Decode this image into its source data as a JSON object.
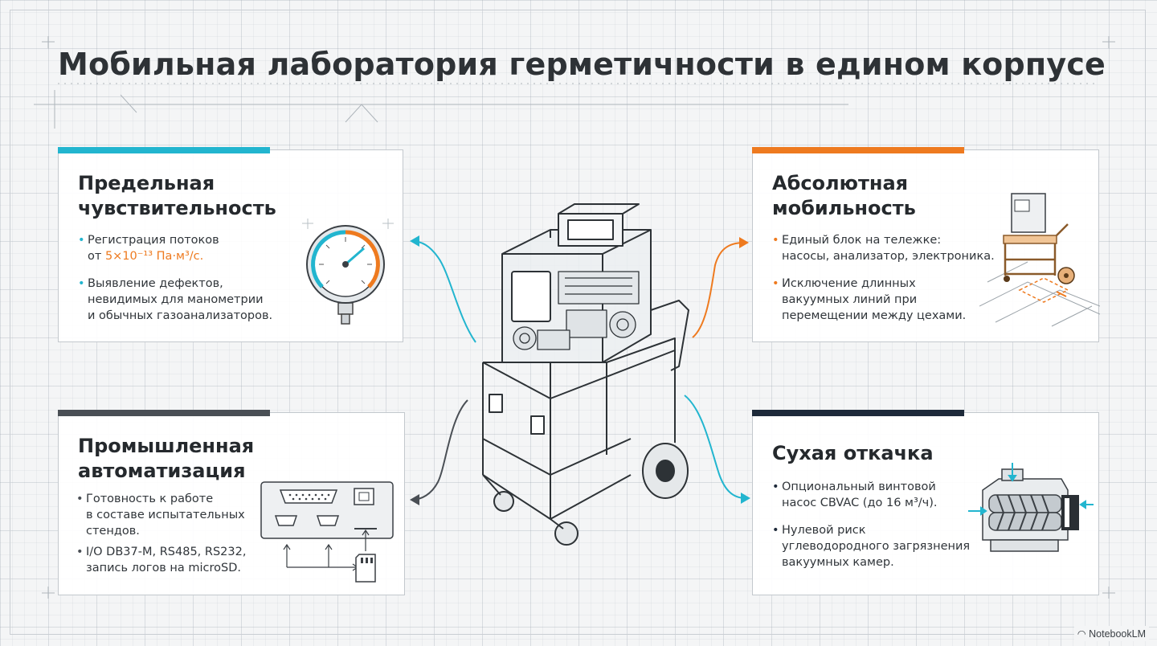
{
  "title": "Мобильная лаборатория герметичности в едином корпусе",
  "colors": {
    "cyan": "#22b5cf",
    "orange": "#ee7a1f",
    "gray": "#4a4f55",
    "navy": "#1e2a3a"
  },
  "cards": {
    "sensitivity": {
      "heading_line1": "Предельная",
      "heading_line2": "чувствительность",
      "b1_pre": "Регистрация потоков",
      "b1_from": "от ",
      "b1_value": "5×10⁻¹³ Па·м³/с.",
      "b2_line1": "Выявление дефектов,",
      "b2_line2": "невидимых для манометрии",
      "b2_line3": "и обычных газоанализаторов.",
      "icon": "pressure-gauge-icon"
    },
    "mobility": {
      "heading_line1": "Абсолютная",
      "heading_line2": "мобильность",
      "b1_line1": "Единый блок на тележке:",
      "b1_line2": "насосы, анализатор, электроника.",
      "b2_line1": "Исключение длинных",
      "b2_line2": "вакуумных линий при",
      "b2_line3": "перемещении между цехами.",
      "icon": "cart-floor-plan-icon"
    },
    "automation": {
      "heading_line1": "Промышленная",
      "heading_line2": "автоматизация",
      "b1_line1": "Готовность к работе",
      "b1_line2": "в составе испытательных",
      "b1_line3": "стендов.",
      "b2_line1": "I/O DB37-M, RS485, RS232,",
      "b2_line2": "запись логов на microSD.",
      "icon": "io-ports-panel-icon"
    },
    "dry_pumping": {
      "heading": "Сухая откачка",
      "b1_line1": "Опциональный винтовой",
      "b1_line2": "насос CBVAC (до 16 м³/ч).",
      "b2_line1": "Нулевой риск",
      "b2_line2": "углеводородного загрязнения",
      "b2_line3": "вакуумных камер.",
      "icon": "screw-pump-icon"
    }
  },
  "center_icon": "leak-detector-cart-icon",
  "badge": "NotebookLM"
}
